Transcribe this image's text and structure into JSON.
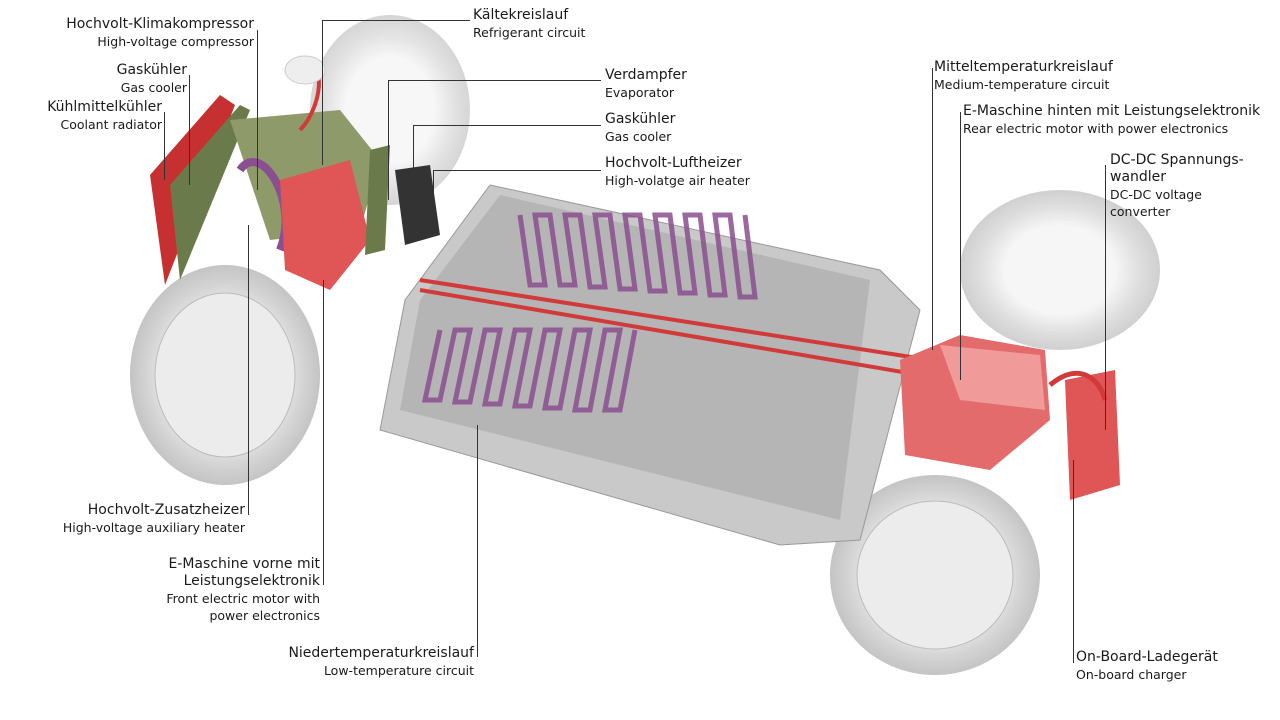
{
  "labels": {
    "klimakompressor": {
      "de": "Hochvolt-Klimakompressor",
      "en": "High-voltage compressor"
    },
    "gaskuehler_front": {
      "de": "Gaskühler",
      "en": "Gas cooler"
    },
    "kuehlmittelkuehler": {
      "de": "Kühlmittelkühler",
      "en": "Coolant radiator"
    },
    "kaeltekreislauf": {
      "de": "Kältekreislauf",
      "en": "Refrigerant circuit"
    },
    "verdampfer": {
      "de": "Verdampfer",
      "en": "Evaporator"
    },
    "gaskuehler": {
      "de": "Gaskühler",
      "en": "Gas cooler"
    },
    "luftheizer": {
      "de": "Hochvolt-Luftheizer",
      "en": "High-volatge air heater"
    },
    "mitteltemperatur": {
      "de": "Mitteltemperaturkreislauf",
      "en": "Medium-temperature circuit"
    },
    "emaschine_hinten": {
      "de": "E-Maschine hinten mit Leistungselektronik",
      "en": "Rear electric motor with power electronics"
    },
    "dcdc": {
      "de1": "DC-DC Spannungs-",
      "de2": "wandler",
      "en1": "DC-DC voltage",
      "en2": "converter"
    },
    "zusatzheizer": {
      "de": "Hochvolt-Zusatzheizer",
      "en": "High-voltage auxiliary heater"
    },
    "emaschine_vorne": {
      "de1": "E-Maschine vorne mit",
      "de2": "Leistungselektronik",
      "en1": "Front electric motor with",
      "en2": "power electronics"
    },
    "niedertemperatur": {
      "de": "Niedertemperaturkreislauf",
      "en": "Low-temperature circuit"
    },
    "ladegeraet": {
      "de": "On-Board-Ladegerät",
      "en": "On-board charger"
    }
  },
  "colors": {
    "coolant_red": "#d23a3a",
    "low_temp_purple": "#8a4f8f",
    "battery_grey": "#b9b9b9",
    "cooler_green": "#6b7a4a"
  }
}
